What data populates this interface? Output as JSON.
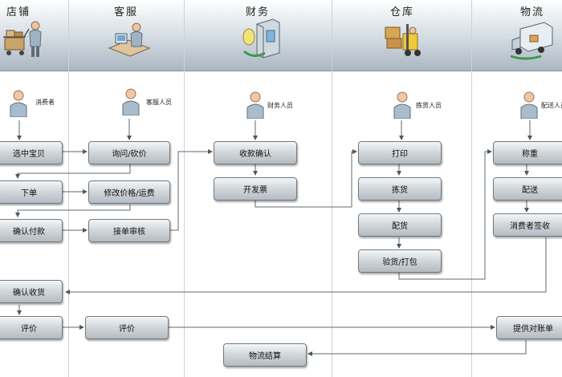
{
  "lanes": {
    "store": "店铺",
    "service": "客服",
    "finance": "财务",
    "warehouse": "仓库",
    "logistics": "物流"
  },
  "actors": {
    "consumer": "消费者",
    "service": "客服人员",
    "finance": "财务人员",
    "picker": "拣货人员",
    "delivery": "配送人员"
  },
  "steps": {
    "select_item": "选中宝贝",
    "place_order": "下单",
    "confirm_payment": "确认付款",
    "confirm_receipt": "确认收货",
    "review_store": "评价",
    "inquiry": "询问/砍价",
    "modify_price": "修改价格/运费",
    "review_order": "接单审核",
    "review_service": "评价",
    "receive_payment": "收款确认",
    "issue_invoice": "开发票",
    "logistics_settlement": "物流结算",
    "print": "打印",
    "pick": "拣货",
    "allocate": "配货",
    "inspect_pack": "验货/打包",
    "weigh": "称重",
    "deliver": "配送",
    "consumer_sign": "消费者签收",
    "submit_statement": "提供对账单"
  }
}
